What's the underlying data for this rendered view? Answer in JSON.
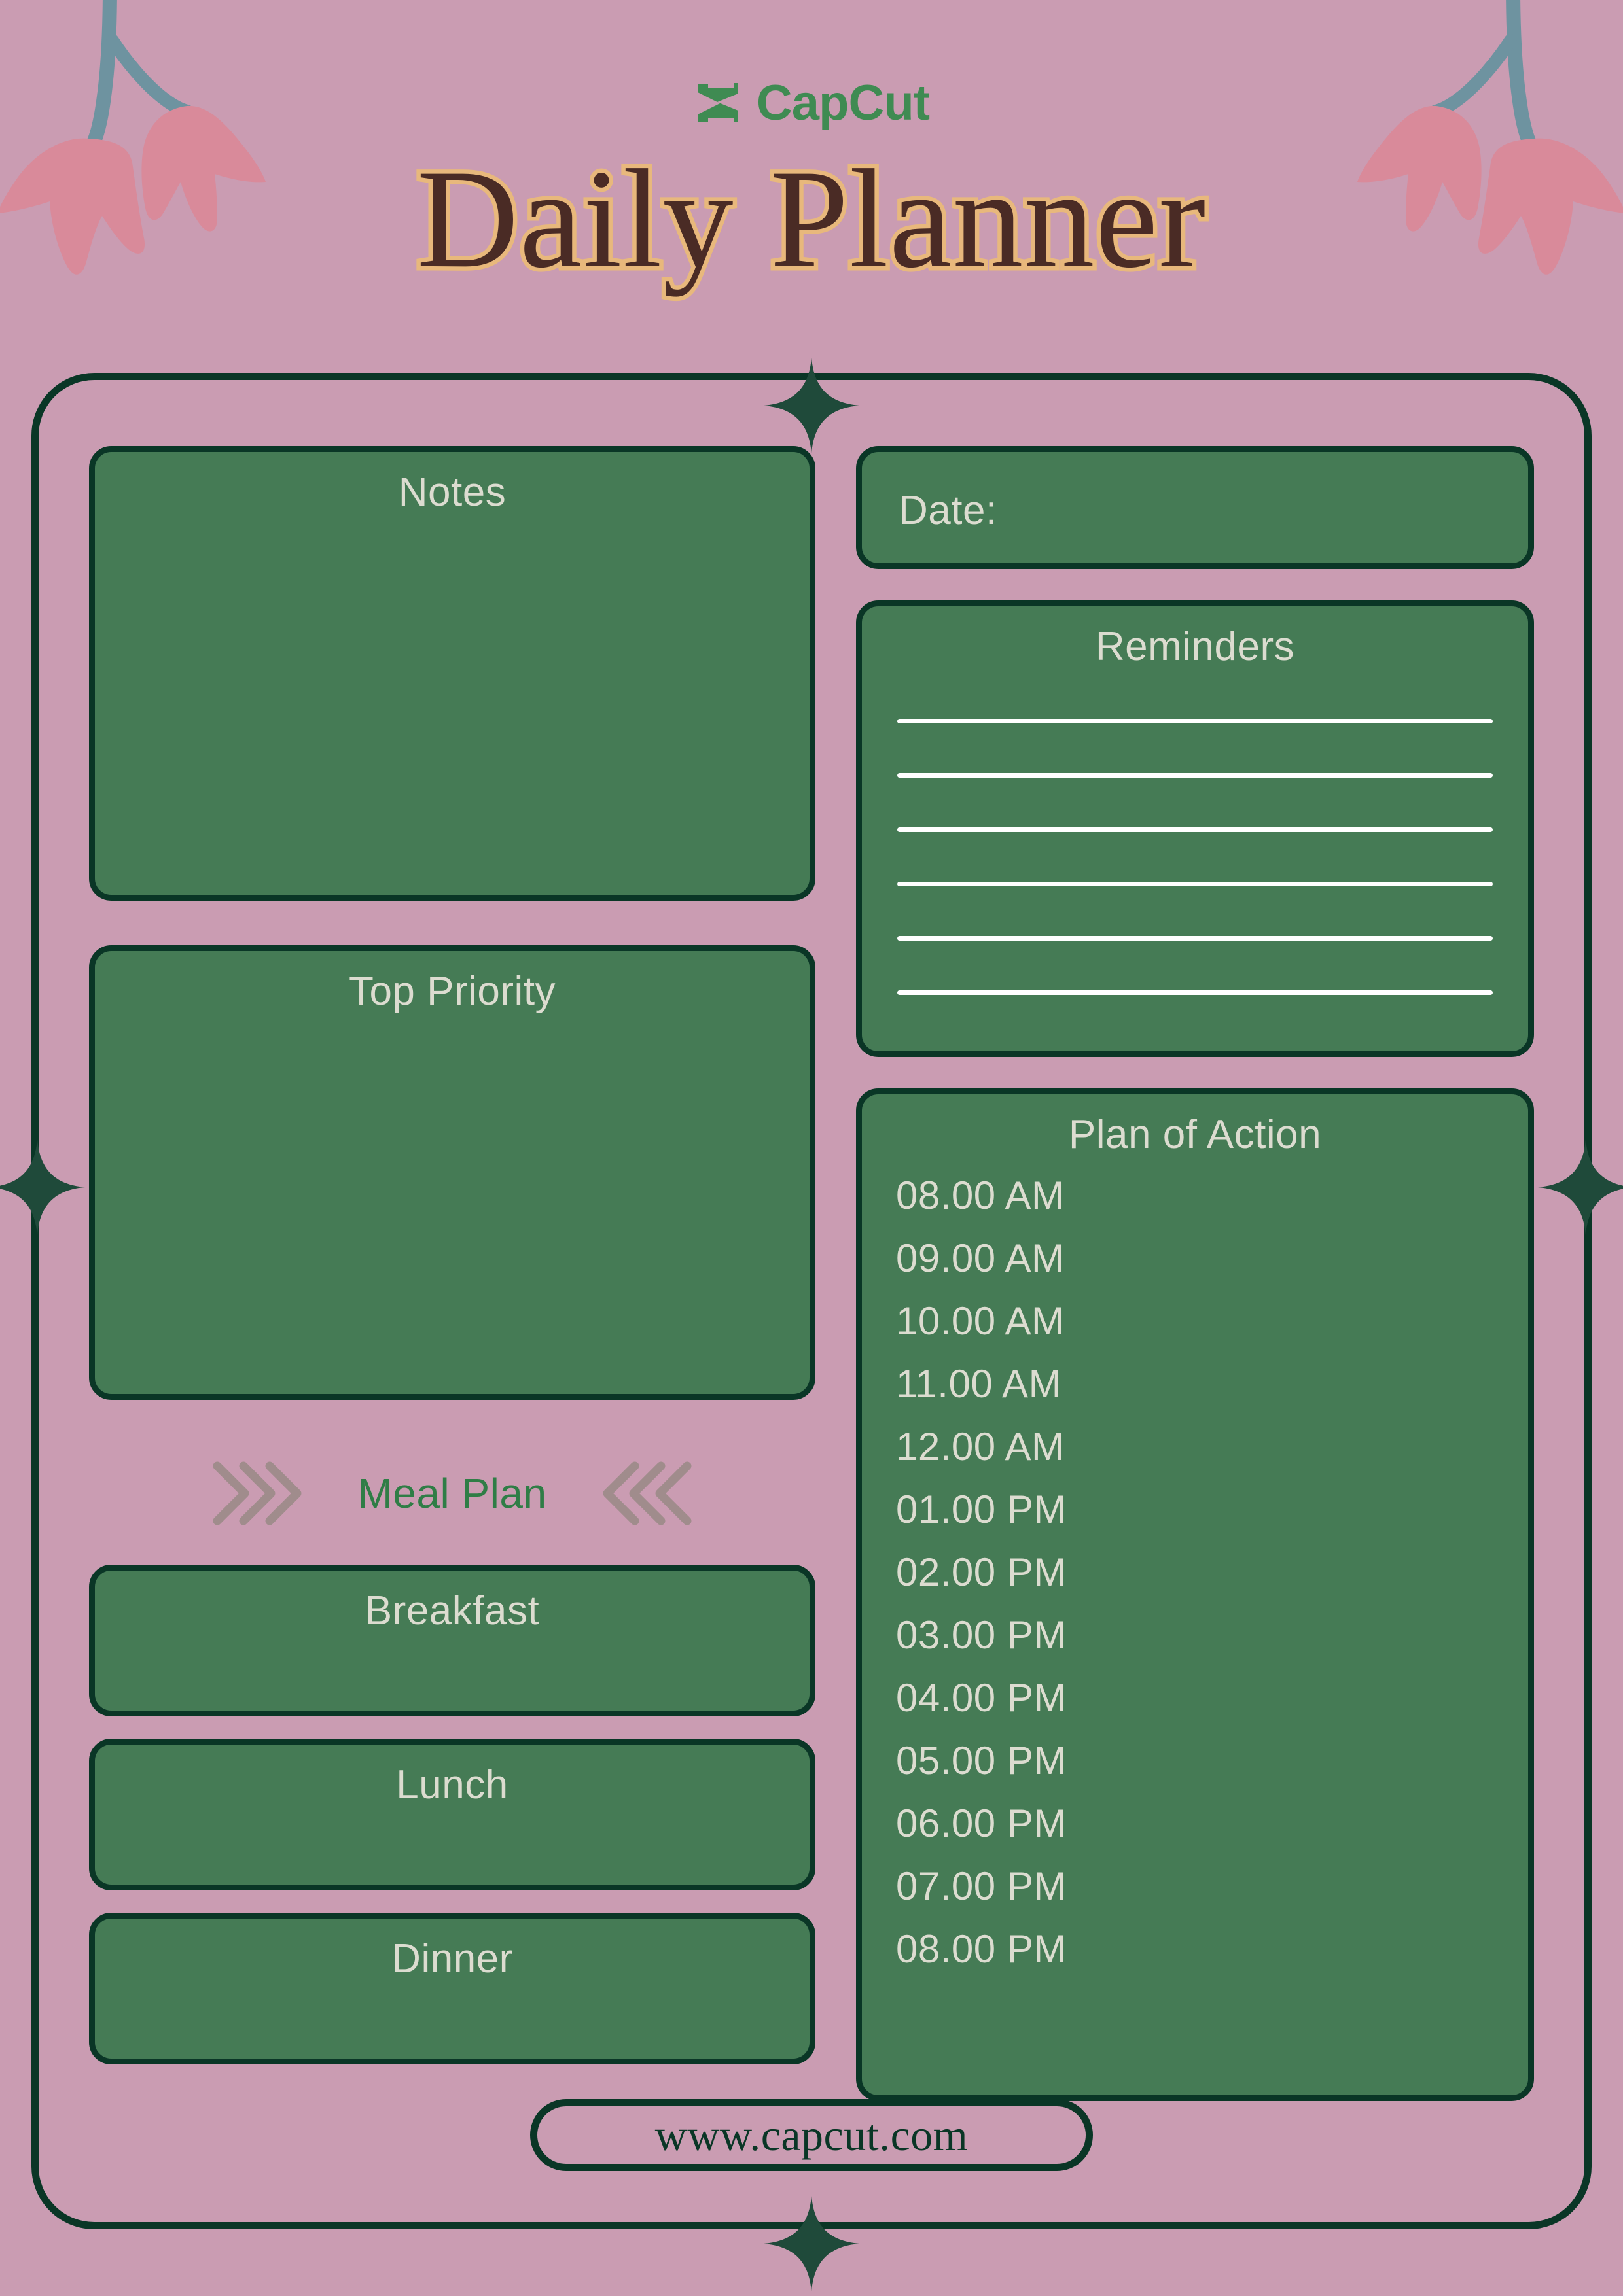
{
  "brand": {
    "name": "CapCut",
    "logo_icon": "capcut-hourglass-icon",
    "color": "#3F8B52"
  },
  "title": {
    "text": "Daily Planner",
    "fill_color": "#4A2B25",
    "outline_color": "#E8B87C"
  },
  "theme": {
    "background": "#CA9CB2",
    "panel_green": "#457B55",
    "border_dark_green": "#0A3626",
    "panel_text": "#DCDCD0",
    "flower_petal": "#D98A9A",
    "flower_stem": "#6E93A0",
    "chevron": "#A08C8C",
    "rule_line": "#FFFFFF"
  },
  "decorations": {
    "flower_left_icon": "tulip-flowers-icon",
    "flower_right_icon": "tulip-flowers-icon",
    "sparkle_icon": "four-point-sparkle-icon",
    "chevron_right_icon": "triple-chevron-right-icon",
    "chevron_left_icon": "triple-chevron-left-icon"
  },
  "left_column": {
    "notes": {
      "label": "Notes"
    },
    "top_priority": {
      "label": "Top Priority"
    },
    "meal_plan": {
      "label": "Meal Plan",
      "meals": [
        {
          "label": "Breakfast"
        },
        {
          "label": "Lunch"
        },
        {
          "label": "Dinner"
        }
      ]
    }
  },
  "right_column": {
    "date": {
      "label": "Date:",
      "value": ""
    },
    "reminders": {
      "label": "Reminders",
      "line_count": 6,
      "lines": [
        "",
        "",
        "",
        "",
        "",
        ""
      ]
    },
    "plan_of_action": {
      "label": "Plan of Action",
      "times": [
        "08.00 AM",
        "09.00 AM",
        "10.00 AM",
        "11.00 AM",
        "12.00 AM",
        "01.00 PM",
        "02.00 PM",
        "03.00 PM",
        "04.00 PM",
        "05.00 PM",
        "06.00 PM",
        "07.00 PM",
        "08.00 PM"
      ]
    }
  },
  "footer": {
    "url": "www.capcut.com"
  }
}
